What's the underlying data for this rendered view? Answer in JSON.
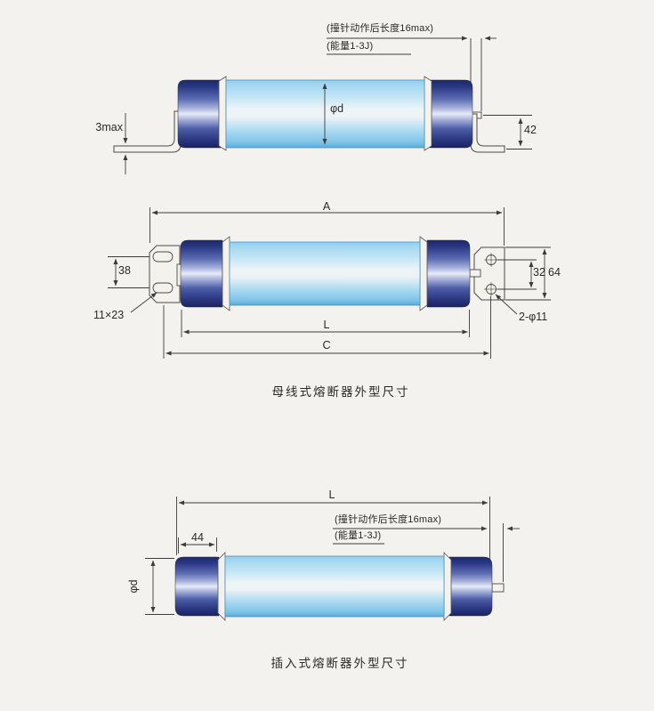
{
  "page": {
    "background_color": "#f4f2ee",
    "line_color": "#3c3c3c"
  },
  "palette": {
    "cap_dark_blue": "#1d2868",
    "cap_highlight": "#e8ebf7",
    "body_blue": "#8fcdec",
    "body_highlight": "#eff5f7"
  },
  "top_view": {
    "striker_note": "(撞针动作后长度16max)",
    "energy_note": "(能量1-3J)",
    "dim_bracket_thickness": "3max",
    "dim_diameter": "φd",
    "dim_bracket_height": "42"
  },
  "busbar_view": {
    "dim_overall": "A",
    "dim_slot_spacing": "38",
    "dim_slot_size": "11×23",
    "dim_hole_spacing": "32",
    "dim_plate_height": "64",
    "dim_holes": "2-φ11",
    "dim_length": "L",
    "dim_centers": "C",
    "caption": "母线式熔断器外型尺寸"
  },
  "plugin_view": {
    "dim_length": "L",
    "striker_note": "(撞针动作后长度16max)",
    "energy_note": "(能量1-3J)",
    "dim_cap_width": "44",
    "dim_diameter": "φd",
    "caption": "插入式熔断器外型尺寸"
  }
}
